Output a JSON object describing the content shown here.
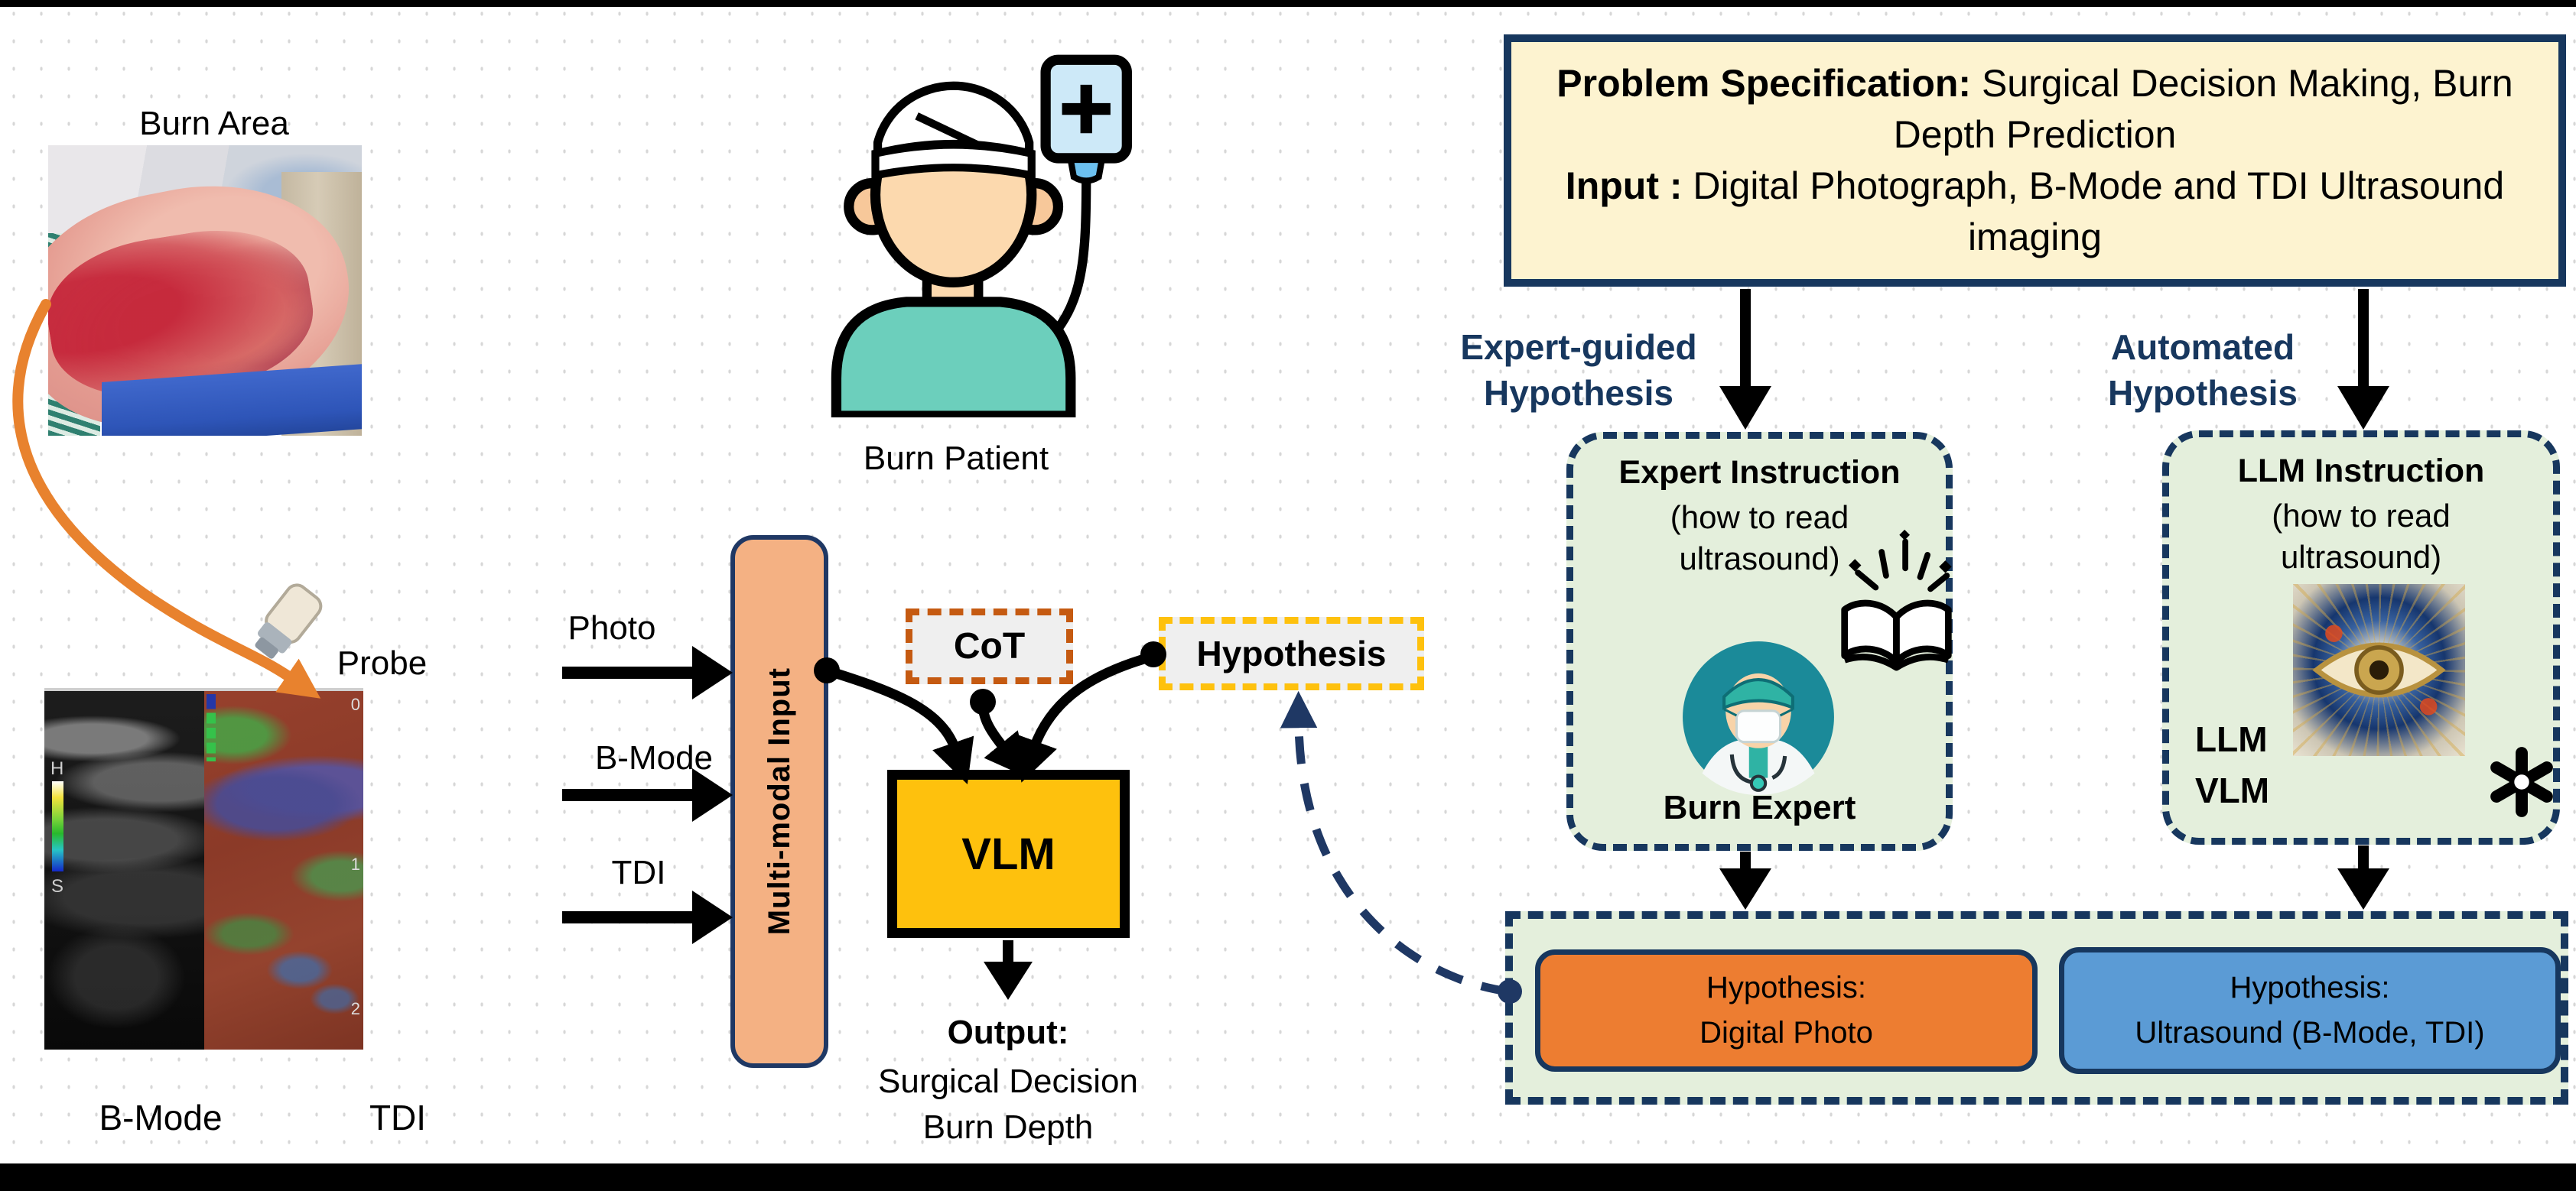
{
  "colors": {
    "navy": "#1f3864",
    "cream_box": "#fdf3d0",
    "light_green": "#e4efdc",
    "orange_box": "#ed7d31",
    "blue_box": "#5b9bd5",
    "vlm_yellow": "#fec10d",
    "bar_salmon": "#f4b183",
    "cot_dash": "#c55a11",
    "hypothesis_dash": "#fec10d",
    "arrow_orange": "#e8822e",
    "gray_box": "#efefef"
  },
  "left": {
    "burn_area_label": "Burn Area",
    "probe_label": "Probe",
    "bmode_image_label": "B-Mode",
    "tdi_image_label": "TDI",
    "colorbar_top": "H",
    "colorbar_bottom": "S",
    "tdi_scale": [
      "0",
      "1",
      "2"
    ]
  },
  "patient": {
    "label": "Burn Patient"
  },
  "pipeline": {
    "photo_label": "Photo",
    "bmode_label": "B-Mode",
    "tdi_label": "TDI",
    "bar_label": "Multi-modal Input",
    "cot_label": "CoT",
    "hypothesis_label": "Hypothesis",
    "vlm_label": "VLM",
    "output_title": "Output:",
    "output_line1": "Surgical Decision",
    "output_line2": "Burn Depth"
  },
  "problem_box": {
    "title_bold": "Problem Specification:",
    "title_rest": "  Surgical Decision Making, Burn Depth Prediction",
    "input_bold": "Input :",
    "input_rest": " Digital Photograph, B-Mode and TDI Ultrasound imaging"
  },
  "branches": {
    "expert_label": "Expert-guided Hypothesis",
    "automated_label": "Automated Hypothesis"
  },
  "expert_box": {
    "title": "Expert Instruction",
    "subtitle": "(how to read ultrasound)",
    "caption": "Burn Expert"
  },
  "llm_box": {
    "title": "LLM Instruction",
    "subtitle": "(how to read ultrasound)",
    "llm": "LLM",
    "vlm": "VLM"
  },
  "bottom": {
    "orange_line1": "Hypothesis:",
    "orange_line2": "Digital Photo",
    "blue_line1": "Hypothesis:",
    "blue_line2": "Ultrasound (B-Mode, TDI)"
  }
}
